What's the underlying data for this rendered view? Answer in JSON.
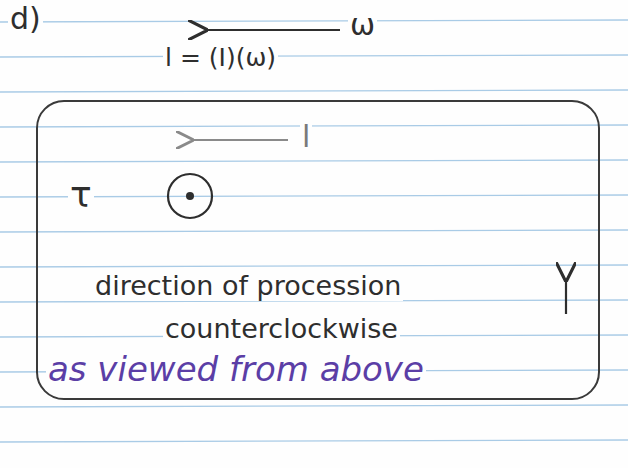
{
  "diagram": {
    "nodes": [
      {
        "text": [
          "l",
          "τ",
          "direction of procession",
          "counterclockwise",
          "as viewed from above"
        ]
      }
    ],
    "labels": [
      "d)",
      "ω",
      "l = (I)(ω)"
    ]
  }
}
